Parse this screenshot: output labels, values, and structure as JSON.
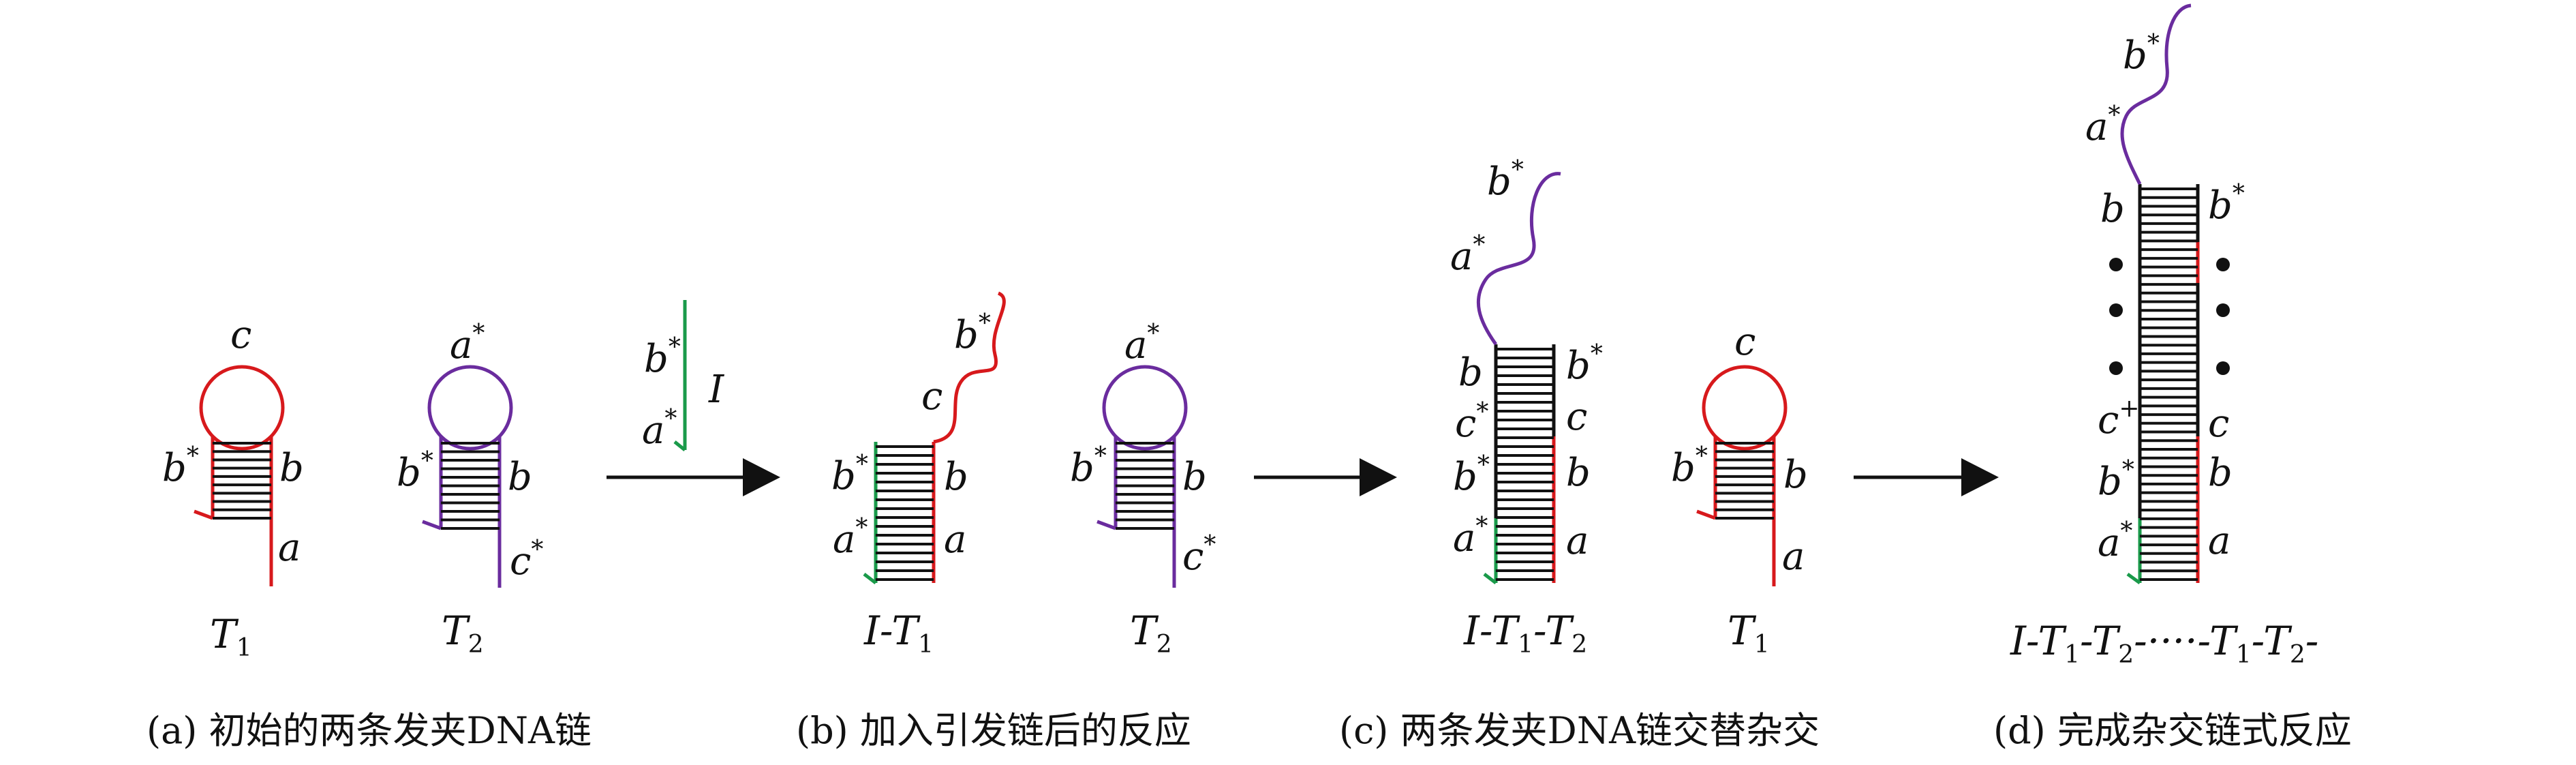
{
  "colors": {
    "red": "#d7191c",
    "purple": "#6a2c9e",
    "green": "#1a9a4a",
    "black": "#111111"
  },
  "labels": {
    "a": "a",
    "b": "b",
    "c": "c",
    "I": "I",
    "T": "T",
    "star": "*",
    "plus": "+",
    "sub1": "1",
    "sub2": "2",
    "dash": "-",
    "dots": "····"
  },
  "captions": {
    "a": "(a) 初始的两条发夹DNA链",
    "b": "(b) 加入引发链后的反应",
    "c": "(c) 两条发夹DNA链交替杂交",
    "d": "(d) 完成杂交链式反应"
  }
}
